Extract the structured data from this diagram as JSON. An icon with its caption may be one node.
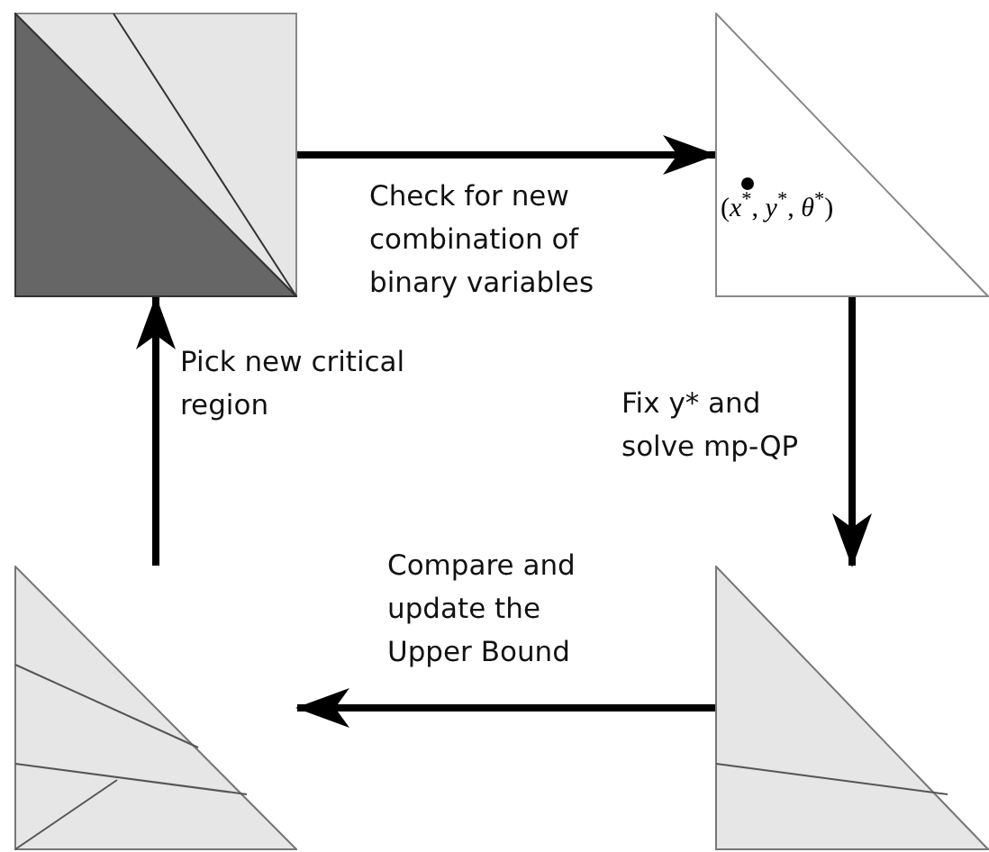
{
  "diagram": {
    "nodes": [
      {
        "text": [],
        "shape": "picture"
      },
      {
        "text": [
          "(*x*$^{*}$, *y*$^{*}$, *θ*$^{*}$)"
        ]
      },
      {
        "text": [],
        "shape": "picture"
      },
      {
        "text": [],
        "shape": "picture"
      }
    ],
    "edges": [
      {
        "from": 0,
        "to": 1,
        "arrow": "to",
        "label": "Check for new combination of binary variables"
      },
      {
        "from": 1,
        "to": 3,
        "arrow": "to",
        "label": "Fix y* and solve mp-QP"
      },
      {
        "from": 3,
        "to": 2,
        "arrow": "to",
        "label": "Compare and update the Upper Bound"
      },
      {
        "from": 2,
        "to": 0,
        "arrow": "to",
        "label": "Pick new critical region"
      }
    ]
  }
}
